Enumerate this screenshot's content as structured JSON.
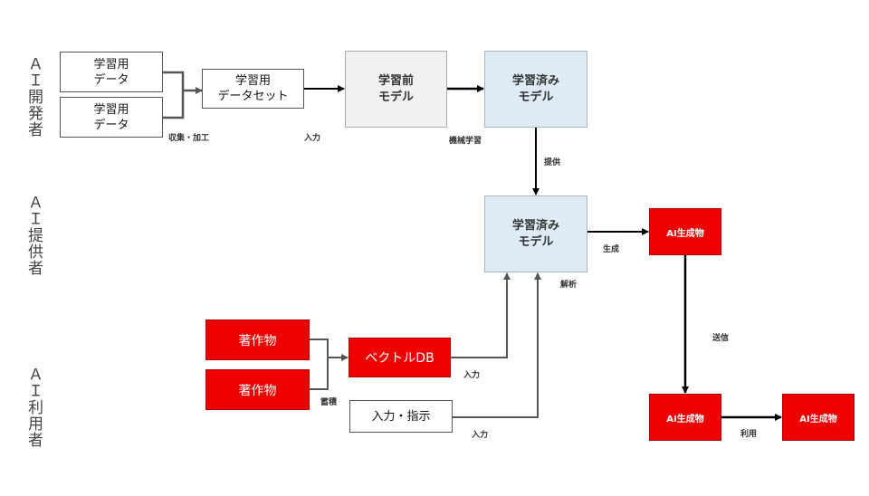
{
  "roles": {
    "developer": "ＡＩ開発者",
    "provider": "ＡＩ提供者",
    "user": "ＡＩ利用者"
  },
  "boxes": {
    "training_data_1": "学習用\nデータ",
    "training_data_2": "学習用\nデータ",
    "dataset": "学習用\nデータセット",
    "pre_model": "学習前\nモデル",
    "trained_model_dev": "学習済み\nモデル",
    "trained_model_provider": "学習済み\nモデル",
    "ai_output_1": "AI生成物",
    "ai_output_2": "AI生成物",
    "ai_output_3": "AI生成物",
    "work_1": "著作物",
    "work_2": "著作物",
    "vector_db": "ベクトルDB",
    "input_instruction": "入力・指示"
  },
  "labels": {
    "collect": "収集・加工",
    "input_1": "入力",
    "ml": "機械学習",
    "provide": "提供",
    "generate": "生成",
    "analyze": "解析",
    "send": "送信",
    "store": "蓄積",
    "input_2": "入力",
    "input_3": "入力",
    "use": "利用"
  },
  "colors": {
    "red": "#ee0000",
    "blue": "#deebf7",
    "grey": "#f1f1f1",
    "dark_arrow": "#000000",
    "grey_arrow": "#555555"
  }
}
